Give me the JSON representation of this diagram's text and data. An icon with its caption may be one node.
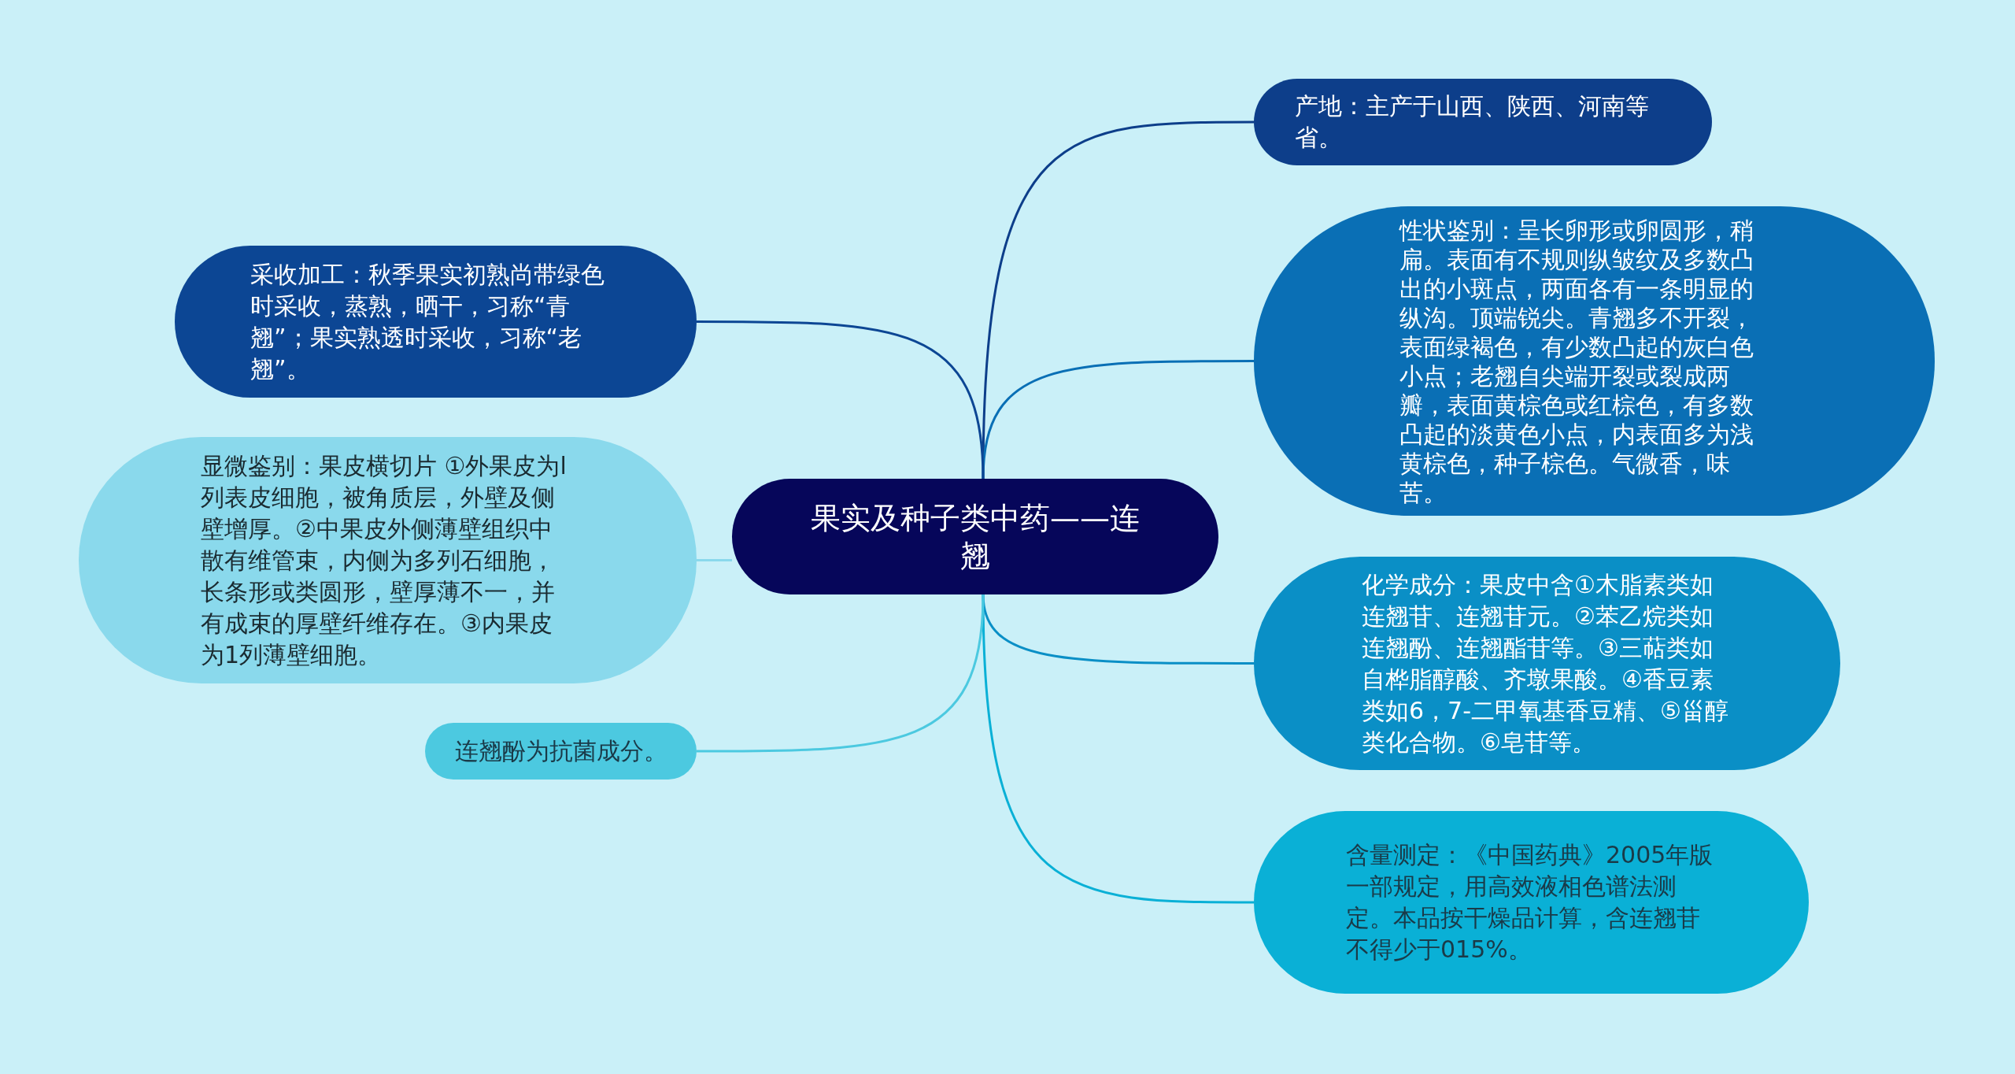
{
  "diagram": {
    "nodes": [
      {
        "text": [
          "果实及种子类中药——连翘"
        ]
      },
      {
        "text": [
          "产地：主产于山西、陕西、河南等省。"
        ]
      },
      {
        "text": [
          "性状鉴别：呈长卵形或卵圆形，稍扁。表面有不规则纵皱纹及多数凸出的小斑点，两面各有一条明显的纵沟。顶端锐尖。青翘多不开裂，表面绿褐色，有少数凸起的灰白色小点；老翘自尖端开裂或裂成两瓣，表面黄棕色或红棕色，有多数凸起的淡黄色小点，内表面多为浅黄棕色，种子棕色。气微香，味苦。"
        ]
      },
      {
        "text": [
          "化学成分：果皮中含①木脂素类如连翘苷、连翘苷元。②苯乙烷类如连翘酚、连翘酯苷等。③三萜类如自桦脂醇酸、齐墩果酸。④香豆素类如6，7-二甲氧基香豆精、⑤甾醇类化合物。⑥皂苷等。"
        ]
      },
      {
        "text": [
          "含量测定：《中国药典》2005年版一部规定，用高效液相色谱法测定。本品按干燥品计算，含连翘苷不得少于015%。"
        ]
      },
      {
        "text": [
          "采收加工：秋季果实初熟尚带绿色时采收，蒸熟，晒干，习称“青翘”；果实熟透时采收，习称“老翘”。"
        ]
      },
      {
        "text": [
          "显微鉴别：果皮横切片 ①外果皮为l列表皮细胞，被角质层，外壁及侧壁增厚。②中果皮外侧薄壁组织中散有维管束，内侧为多列石细胞，长条形或类圆形，壁厚薄不一，并有成束的厚壁纤维存在。③内果皮为1列薄壁细胞。"
        ]
      },
      {
        "text": [
          "连翘酚为抗菌成分。"
        ]
      }
    ],
    "edges": [
      {
        "from": 0,
        "to": 1,
        "arrow": "none",
        "color": "#0d3e8a"
      },
      {
        "from": 0,
        "to": 2,
        "arrow": "none",
        "color": "#0a6fb5"
      },
      {
        "from": 0,
        "to": 3,
        "arrow": "none",
        "color": "#0a8fc6"
      },
      {
        "from": 0,
        "to": 4,
        "arrow": "none",
        "color": "#0ab0d6"
      },
      {
        "from": 0,
        "to": 5,
        "arrow": "none",
        "color": "#0c4694"
      },
      {
        "from": 0,
        "to": 6,
        "arrow": "none",
        "color": "#8ad9ec"
      },
      {
        "from": 0,
        "to": 7,
        "arrow": "none",
        "color": "#4cc9e0"
      }
    ]
  }
}
